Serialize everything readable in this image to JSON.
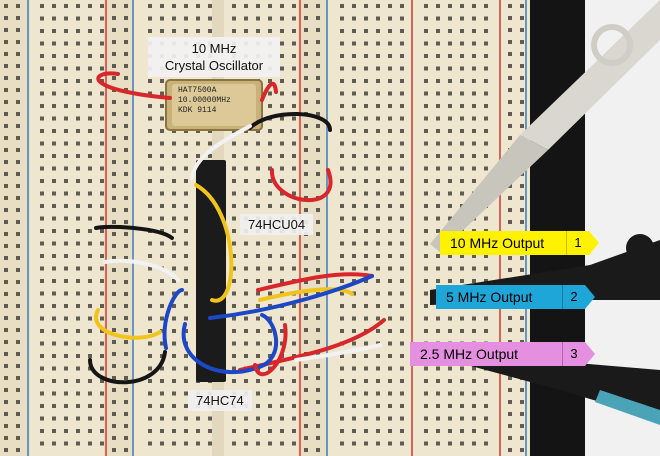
{
  "labels": {
    "oscillator_line1": "10 MHz",
    "oscillator_line2": "Crystal Oscillator",
    "inverter_chip": "74HCU04",
    "flipflop_chip": "74HC74"
  },
  "crystal_markings": {
    "line1": "HAT7500A",
    "line2": "10.00000MHz",
    "line3": "KDK   9114"
  },
  "outputs": [
    {
      "text": "10 MHz Output",
      "channel": "1",
      "color": "#fff200"
    },
    {
      "text": "5 MHz Output",
      "channel": "2",
      "color": "#1ea6d9"
    },
    {
      "text": "2.5 MHz Output",
      "channel": "3",
      "color": "#e58fe0"
    }
  ],
  "colors": {
    "breadboard": "#efe6cf",
    "rail_red": "#d23a32",
    "rail_blue": "#3a7fc0",
    "wire_red": "#d8262b",
    "wire_yellow": "#f0c419",
    "wire_blue": "#1c48c8",
    "wire_black": "#151515",
    "wire_white": "#f2f2f2",
    "probe_gray": "#d9d7d0",
    "probe_black": "#1a1a1a"
  }
}
